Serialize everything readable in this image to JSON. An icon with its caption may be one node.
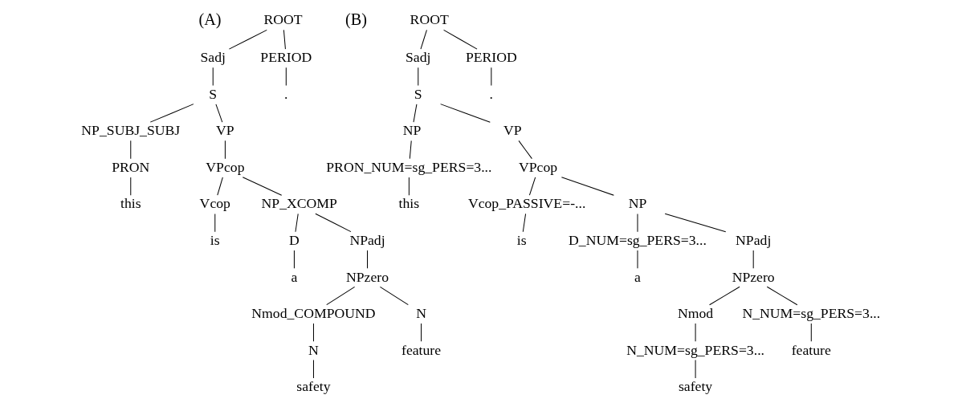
{
  "diagram": {
    "nodes": [
      {
        "text": [
          "ROOT"
        ]
      },
      {
        "text": [
          "Sadj"
        ]
      },
      {
        "text": [
          "PERIOD"
        ]
      },
      {
        "text": [
          "."
        ]
      },
      {
        "text": [
          "S"
        ]
      },
      {
        "text": [
          "NP_SUBJ_SUBJ"
        ]
      },
      {
        "text": [
          "VP"
        ]
      },
      {
        "text": [
          "PRON"
        ]
      },
      {
        "text": [
          "this"
        ]
      },
      {
        "text": [
          "VPcop"
        ]
      },
      {
        "text": [
          "Vcop"
        ]
      },
      {
        "text": [
          "NP_XCOMP"
        ]
      },
      {
        "text": [
          "is"
        ]
      },
      {
        "text": [
          "D"
        ]
      },
      {
        "text": [
          "NPadj"
        ]
      },
      {
        "text": [
          "a"
        ]
      },
      {
        "text": [
          "NPzero"
        ]
      },
      {
        "text": [
          "Nmod_COMPOUND"
        ]
      },
      {
        "text": [
          "N"
        ]
      },
      {
        "text": [
          "N"
        ]
      },
      {
        "text": [
          "safety"
        ]
      },
      {
        "text": [
          "feature"
        ]
      },
      {
        "text": [
          "ROOT"
        ]
      },
      {
        "text": [
          "Sadj"
        ]
      },
      {
        "text": [
          "PERIOD"
        ]
      },
      {
        "text": [
          "."
        ]
      },
      {
        "text": [
          "S"
        ]
      },
      {
        "text": [
          "NP"
        ]
      },
      {
        "text": [
          "VP"
        ]
      },
      {
        "text": [
          "PRON_NUM=sg_PERS=3..."
        ]
      },
      {
        "text": [
          "this"
        ]
      },
      {
        "text": [
          "VPcop"
        ]
      },
      {
        "text": [
          "Vcop_PASSIVE=-..."
        ]
      },
      {
        "text": [
          "NP"
        ]
      },
      {
        "text": [
          "is"
        ]
      },
      {
        "text": [
          "D_NUM=sg_PERS=3..."
        ]
      },
      {
        "text": [
          "NPadj"
        ]
      },
      {
        "text": [
          "a"
        ]
      },
      {
        "text": [
          "NPzero"
        ]
      },
      {
        "text": [
          "Nmod"
        ]
      },
      {
        "text": [
          "N_NUM=sg_PERS=3..."
        ]
      },
      {
        "text": [
          "N_NUM=sg_PERS=3..."
        ]
      },
      {
        "text": [
          "safety"
        ]
      },
      {
        "text": [
          "feature"
        ]
      }
    ],
    "edges": [
      {
        "from": 0,
        "to": 1,
        "arrow": "none"
      },
      {
        "from": 0,
        "to": 2,
        "arrow": "none"
      },
      {
        "from": 1,
        "to": 4,
        "arrow": "none"
      },
      {
        "from": 2,
        "to": 3,
        "arrow": "none"
      },
      {
        "from": 4,
        "to": 5,
        "arrow": "none"
      },
      {
        "from": 4,
        "to": 6,
        "arrow": "none"
      },
      {
        "from": 5,
        "to": 7,
        "arrow": "none"
      },
      {
        "from": 7,
        "to": 8,
        "arrow": "none"
      },
      {
        "from": 6,
        "to": 9,
        "arrow": "none"
      },
      {
        "from": 9,
        "to": 10,
        "arrow": "none"
      },
      {
        "from": 9,
        "to": 11,
        "arrow": "none"
      },
      {
        "from": 10,
        "to": 12,
        "arrow": "none"
      },
      {
        "from": 11,
        "to": 13,
        "arrow": "none"
      },
      {
        "from": 11,
        "to": 14,
        "arrow": "none"
      },
      {
        "from": 13,
        "to": 15,
        "arrow": "none"
      },
      {
        "from": 14,
        "to": 16,
        "arrow": "none"
      },
      {
        "from": 16,
        "to": 17,
        "arrow": "none"
      },
      {
        "from": 16,
        "to": 19,
        "arrow": "none"
      },
      {
        "from": 17,
        "to": 18,
        "arrow": "none"
      },
      {
        "from": 18,
        "to": 20,
        "arrow": "none"
      },
      {
        "from": 19,
        "to": 21,
        "arrow": "none"
      },
      {
        "from": 22,
        "to": 23,
        "arrow": "none"
      },
      {
        "from": 22,
        "to": 24,
        "arrow": "none"
      },
      {
        "from": 23,
        "to": 26,
        "arrow": "none"
      },
      {
        "from": 24,
        "to": 25,
        "arrow": "none"
      },
      {
        "from": 26,
        "to": 27,
        "arrow": "none"
      },
      {
        "from": 26,
        "to": 28,
        "arrow": "none"
      },
      {
        "from": 27,
        "to": 29,
        "arrow": "none"
      },
      {
        "from": 29,
        "to": 30,
        "arrow": "none"
      },
      {
        "from": 28,
        "to": 31,
        "arrow": "none"
      },
      {
        "from": 31,
        "to": 32,
        "arrow": "none"
      },
      {
        "from": 31,
        "to": 33,
        "arrow": "none"
      },
      {
        "from": 32,
        "to": 34,
        "arrow": "none"
      },
      {
        "from": 33,
        "to": 35,
        "arrow": "none"
      },
      {
        "from": 33,
        "to": 36,
        "arrow": "none"
      },
      {
        "from": 35,
        "to": 37,
        "arrow": "none"
      },
      {
        "from": 36,
        "to": 38,
        "arrow": "none"
      },
      {
        "from": 38,
        "to": 39,
        "arrow": "none"
      },
      {
        "from": 38,
        "to": 40,
        "arrow": "none"
      },
      {
        "from": 39,
        "to": 41,
        "arrow": "none"
      },
      {
        "from": 41,
        "to": 42,
        "arrow": "none"
      },
      {
        "from": 40,
        "to": 43,
        "arrow": "none"
      }
    ],
    "labels": [
      "(A)",
      "(B)"
    ]
  }
}
